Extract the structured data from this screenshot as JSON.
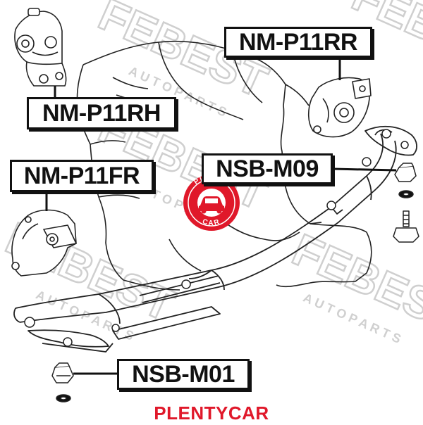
{
  "watermark": {
    "brand": "FEBEST",
    "tag": "A U T O   P A R T S"
  },
  "logo": {
    "top_text": "PLENTY",
    "bottom_text": "CAR",
    "color": "#e0182a"
  },
  "labels": {
    "rh": "NM-P11RH",
    "rr": "NM-P11RR",
    "fr": "NM-P11FR",
    "m09": "NSB-M09",
    "m01": "NSB-M01"
  },
  "footer": {
    "text": "PLENTYCAR",
    "color": "#e0182a"
  }
}
